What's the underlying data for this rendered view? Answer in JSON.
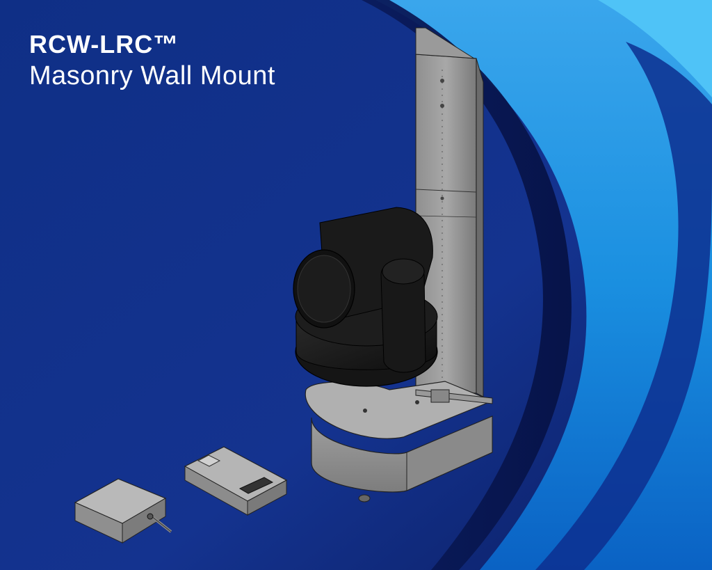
{
  "heading": {
    "product": "RCW-LRC™",
    "subtitle": "Masonry Wall Mount"
  },
  "colors": {
    "background_dark": "#0a1f66",
    "background_mid": "#123a9a",
    "accent_light": "#4fc3f7",
    "accent_mid": "#1e88e5",
    "title_text": "#ffffff",
    "metal": "#9a9a9a",
    "camera": "#1a1a1a"
  },
  "illustration": {
    "items": [
      "ptz-camera",
      "vertical-mounting-rail",
      "base-bracket",
      "control-box",
      "power-supply"
    ]
  }
}
